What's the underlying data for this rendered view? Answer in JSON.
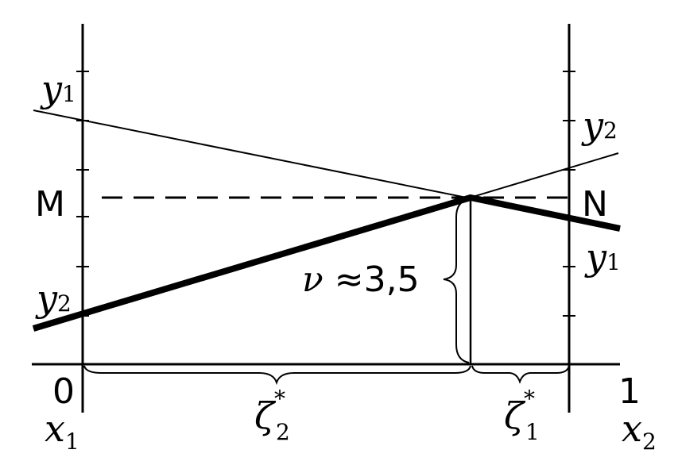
{
  "left_axis": {
    "bottom_label": "x",
    "bottom_sub": "1",
    "zero_label": "0"
  },
  "right_axis": {
    "bottom_label": "x",
    "bottom_sub": "2",
    "one_label": "1"
  },
  "lines": {
    "y1": {
      "letter": "y",
      "sub": "1"
    },
    "y2": {
      "letter": "y",
      "sub": "2"
    }
  },
  "points": {
    "M": "M",
    "N": "N"
  },
  "game_value": {
    "symbol": "ν",
    "text": " ≈3,5"
  },
  "zeta2": {
    "letter": "ζ",
    "sup": "*",
    "sub": "2"
  },
  "zeta1": {
    "letter": "ζ",
    "sup": "*",
    "sub": "1"
  }
}
